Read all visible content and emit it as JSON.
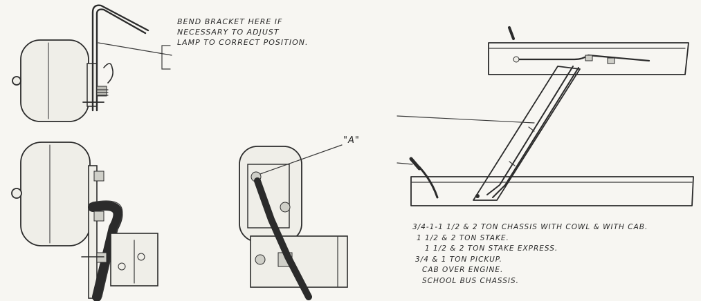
{
  "annotation_bend": [
    "BEND BRACKET HERE IF",
    "NECESSARY TO ADJUST",
    "LAMP TO CORRECT POSITION."
  ],
  "label_a": "\"A\"",
  "chassis_list": [
    "3/4-1-1 1/2 & 2 TON CHASSIS WITH COWL & WITH CAB.",
    "1 1/2 & 2 TON STAKE.",
    "1 1/2 & 2 TON STAKE EXPRESS.",
    "3/4 & 1 TON PICKUP.",
    "CAB OVER ENGINE.",
    "SCHOOL BUS CHASSIS."
  ],
  "colors": {
    "ink": "#2b2b2b",
    "paper": "#f7f6f2"
  }
}
